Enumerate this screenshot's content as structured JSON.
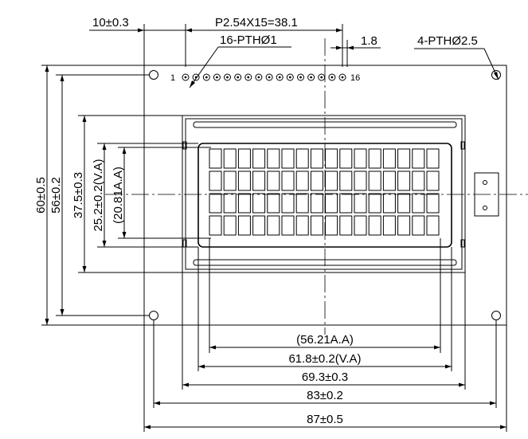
{
  "top": {
    "dim_edge_to_pin": "10±0.3",
    "pin_pitch": "P2.54X15=38.1",
    "pin_holes": "16-PTHØ1",
    "pin_offset": "1.8",
    "mount_holes": "4-PTHØ2.5",
    "pin_first": "1",
    "pin_last": "16"
  },
  "left": {
    "outline_height": "60±0.5",
    "hole_span_v": "56±0.2",
    "bezel_height": "37.5±0.3",
    "va_height": "25.2±0.2(V.A)",
    "aa_height": "(20.81A.A)"
  },
  "bottom": {
    "aa_width": "(56.21A.A)",
    "va_width": "61.8±0.2(V.A)",
    "bezel_width": "69.3±0.3",
    "hole_span_h": "83±0.2",
    "outline_width": "87±0.5"
  },
  "lcd": {
    "rows": 4,
    "columns": 16
  }
}
